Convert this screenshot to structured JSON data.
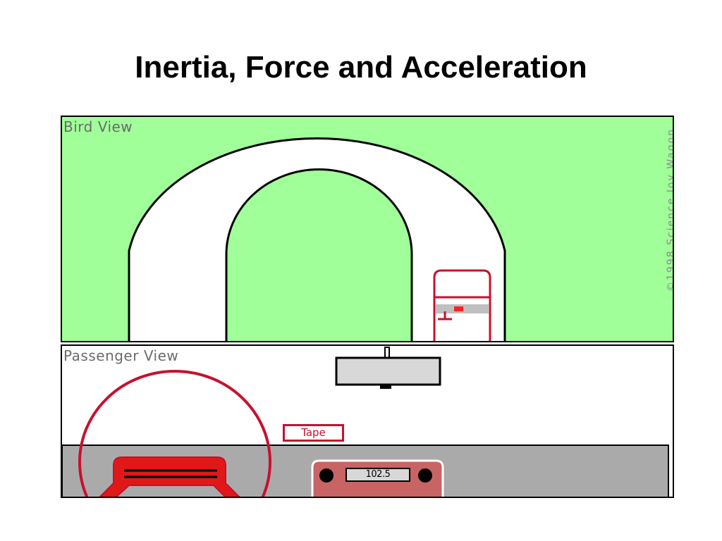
{
  "slide": {
    "title": "Inertia, Force and Acceleration"
  },
  "bird_view": {
    "label": "Bird View",
    "copyright": "©1998 Science Joy Wagon",
    "colors": {
      "grass": "#a0ff98",
      "road": "#ffffff",
      "edge": "#000000",
      "car": "#c8102e"
    }
  },
  "passenger_view": {
    "label": "Passenger View",
    "tape_button": "Tape",
    "speedometer": "102.5",
    "colors": {
      "dashboard": "#aaaaaa",
      "wheel": "#c8102e",
      "console": "#c86464",
      "mirror": "#d8d8d8"
    }
  }
}
